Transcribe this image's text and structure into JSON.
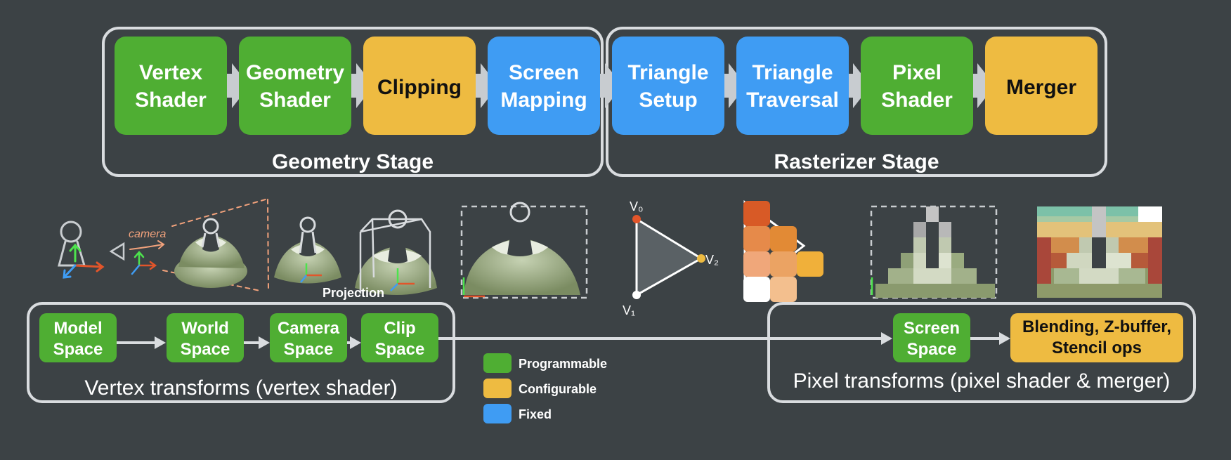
{
  "colors": {
    "programmable": "#4fae33",
    "configurable": "#eebb41",
    "fixed": "#3f9cf3",
    "background": "#3c4245",
    "frame": "#d9dcdf"
  },
  "pipeline": {
    "geometry_stage_label": "Geometry Stage",
    "rasterizer_stage_label": "Rasterizer Stage",
    "boxes": [
      {
        "line1": "Vertex",
        "line2": "Shader",
        "kind": "programmable"
      },
      {
        "line1": "Geometry",
        "line2": "Shader",
        "kind": "programmable"
      },
      {
        "line1": "Clipping",
        "line2": "",
        "kind": "configurable"
      },
      {
        "line1": "Screen",
        "line2": "Mapping",
        "kind": "fixed"
      },
      {
        "line1": "Triangle",
        "line2": "Setup",
        "kind": "fixed"
      },
      {
        "line1": "Triangle",
        "line2": "Traversal",
        "kind": "fixed"
      },
      {
        "line1": "Pixel",
        "line2": "Shader",
        "kind": "programmable"
      },
      {
        "line1": "Merger",
        "line2": "",
        "kind": "configurable"
      }
    ]
  },
  "illustrations": {
    "camera_label": "camera",
    "projection_label": "Projection",
    "v0": "V₀",
    "v1": "V₁",
    "v2": "V₂"
  },
  "vertex_transforms": {
    "title": "Vertex transforms (vertex shader)",
    "spaces": [
      {
        "line1": "Model",
        "line2": "Space"
      },
      {
        "line1": "World",
        "line2": "Space"
      },
      {
        "line1": "Camera",
        "line2": "Space"
      },
      {
        "line1": "Clip",
        "line2": "Space"
      }
    ]
  },
  "pixel_transforms": {
    "title": "Pixel transforms (pixel shader & merger)",
    "screen_space": {
      "line1": "Screen",
      "line2": "Space"
    },
    "blending": {
      "line1": "Blending, Z-buffer,",
      "line2": "Stencil ops"
    }
  },
  "legend": {
    "programmable": "Programmable",
    "configurable": "Configurable",
    "fixed": "Fixed"
  }
}
